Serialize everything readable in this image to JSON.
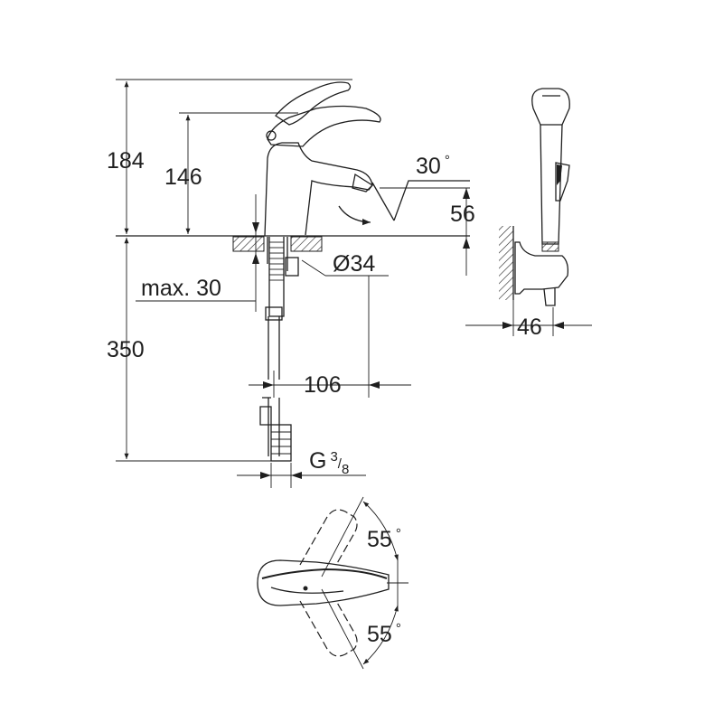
{
  "dimensions": {
    "total_height": "184",
    "spout_height": "146",
    "spout_clearance": "56",
    "swivel_angle": "30",
    "hole_diameter": "Ø34",
    "max_deck_thickness": "max. 30",
    "hose_length": "350",
    "spout_reach": "106",
    "connection_thread_prefix": "G",
    "connection_thread_num": "3",
    "connection_thread_den": "8",
    "handshower_depth": "46",
    "lever_angle_upper": "55",
    "lever_angle_lower": "55"
  },
  "degree_symbol": "°",
  "line_color": "#1f1f1f"
}
